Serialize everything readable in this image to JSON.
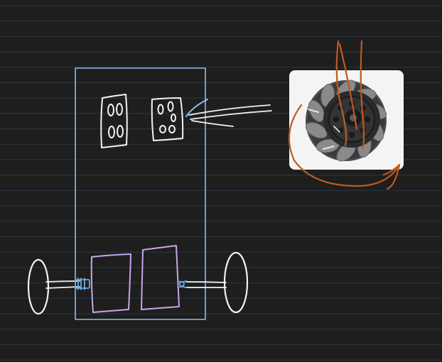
{
  "canvas": {
    "background": "#1e1e1e",
    "ruled_line_color": "#283848",
    "ruled_line_count": 24
  },
  "colors": {
    "chassis": "#8fbbe3",
    "white_ink": "#f2f2f2",
    "motor": "#c7a6e6",
    "axle_coupler": "#6fa9dd",
    "arrow_blue": "#8cc0ee",
    "orange_ink": "#c05a1c",
    "photo_frame": "#f4f4f4",
    "wheel_body": "#3a3a3c",
    "wheel_roller": "#8a8a8c"
  },
  "diagram": {
    "chassis": "robot-chassis-outline",
    "omni_wheel_symbols": [
      "mecanum-wheel-left",
      "mecanum-wheel-right"
    ],
    "drive_wheels": [
      "drive-wheel-left",
      "drive-wheel-right"
    ],
    "motors": [
      "motor-left",
      "motor-right"
    ],
    "photo": "mecanum-wheel-photo",
    "icons": [
      "pointer-arrow-icon",
      "rotation-arrow-icon"
    ]
  }
}
